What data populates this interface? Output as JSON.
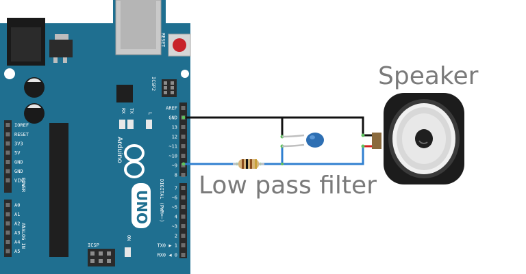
{
  "labels": {
    "speaker": "Speaker",
    "filter": "Low pass filter"
  },
  "board": {
    "name": "Arduino",
    "model": "UNO",
    "reset_label": "RESET",
    "icsp2_label": "ICSP2",
    "icsp_label": "ICSP",
    "on_label": "ON",
    "led_labels": [
      "RX",
      "TX",
      "L"
    ],
    "power_header_title": "POWER",
    "analog_header_title": "ANALOG IN",
    "digital_header_title": "DIGITAL (PWM=~)",
    "power_pins": [
      "IOREF",
      "RESET",
      "3V3",
      "5V",
      "GND",
      "GND",
      "VIN"
    ],
    "analog_pins": [
      "A0",
      "A1",
      "A2",
      "A3",
      "A4",
      "A5"
    ],
    "digital_top_pins": [
      "AREF",
      "GND",
      "13",
      "12",
      "~11",
      "~10",
      "~9",
      "8"
    ],
    "digital_bottom_pins": [
      "7",
      "~6",
      "~5",
      "4",
      "~3",
      "2",
      "TX0 ▶ 1",
      "RX0 ◀ 0"
    ]
  },
  "colors": {
    "board": "#1f6f90",
    "board_dark": "#185c78",
    "header": "#2a2a2a",
    "wire_gnd": "#111111",
    "wire_signal": "#2f7fd0",
    "wire_speaker_pos": "#d42020",
    "capacitor": "#2e6fb3",
    "label": "#7a7a7a"
  },
  "icons": {
    "reset_button": "red-round-button",
    "capacitor": "ceramic-disc-capacitor",
    "resistor": "axial-resistor",
    "speaker": "loudspeaker-cone"
  }
}
